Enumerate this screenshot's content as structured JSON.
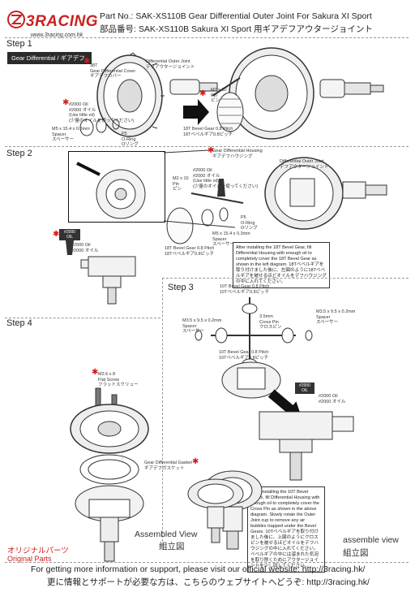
{
  "brand": {
    "logo_text": "3RACING",
    "logo_url": "www.3racing.com.hk"
  },
  "header": {
    "part_no": "Part No.: SAK-XS110B Gear Differential Outer Joint For Sakura XI Sport",
    "part_no_jp": "部品番号: SAK-XS110B Sakura XI Sport 用ギアデフアウタージョイント"
  },
  "step1": {
    "title": "Step 1",
    "tag": "Gear Differential / ギアデフ",
    "labels": {
      "cover": "38T\nGear Differential Cover\nギアデフカバー",
      "outer_joint": "Differential Outer Joint\nデフアウタージョイント",
      "oil": "#2000 Oil\n#2000 オイル\n(Use little oil)\n(少量のオイルを使ってください)",
      "pin": "M2 x 10\nPin\nピン",
      "spacer": "M5 x 15.4 x 0.3mm\nSpacer\nスペーサー",
      "oring": "P5\nO-Ring\nOリング",
      "bevel18": "18T Bevel Gear 0.8 Pitch\n18Tベベルギア0.8ピッチ"
    }
  },
  "step2": {
    "title": "Step 2",
    "labels": {
      "housing": "Gear Differential Housing\nギアデフハウジング",
      "outer_joint": "Differential Outer Joint\nデフアウタージョイント",
      "oil_small": "#2000 Oil\n#2000 オイル\n(Use little oil)\n(少量のオイルを使ってください)",
      "pin": "M2 x 10\nPin\nピン",
      "oring": "P5\nO-Ring\nOリング",
      "spacer": "M5 x 15.4 x 0.3mm\nSpacer\nスペーサー",
      "bevel18": "18T Bevel Gear 0.8 Pitch\n18Tベベルギア0.8ピッチ",
      "oil": "#2000 Oil\n#2000 オイル",
      "oil_badge": "#2000\nOIL"
    },
    "note": "After installing the 18T Bevel Gear, fill Differential Housing with enough oil to completely cover the 18T Bevel Gear as shown in the left diagram. 18Tベベルギアを取り付けました後に、左図のように18Tベベルギアを被せるほどオイルをデフハウジングの中に入れてください。"
  },
  "step3": {
    "title": "Step 3",
    "labels": {
      "bevel10_top": "10T Bevel Gear 0.8 Pitch\n10Tベベルギア0.8ピッチ",
      "spacer_l": "M3.5 x 9.5 x 0.2mm\nSpacer\nスペーサー",
      "cross_pin": "3.5mm\nCross Pin\nクロスピン",
      "spacer_r": "M3.5 x 9.5 x 0.2mm\nSpacer\nスペーサー",
      "bevel10_bot": "10T Bevel Gear 0.8 Pitch\n10Tベベルギア0.8ピッチ",
      "oil": "#2000 Oil\n#2000 オイル",
      "oil_badge": "#2000\nOIL"
    },
    "note": "After installing the 10T Bevel Gears, fill Differential Housing with enough oil to completely cover the Cross Pin as shown in the above diagram. Slowly rotate the Outer Joint cup to remove any air bubbles trapped under the Bevel Gears. 10Tベベルギアを取り付けました後に、上図のようにクロスピンを被せるほどオイルをデフハウジングの中に入れてください。ベベルギアの中には溜まれた気泡を取り除くためにアウタージョイントを少し回してください。"
  },
  "step4": {
    "title": "Step 4",
    "labels": {
      "screw": "M2.6 x 8\nFlat Screw\nフラットスクリュー",
      "gasket": "Gear Differential Gasket\nギアデフガスケット"
    },
    "assembled": "Assembled View",
    "assembled_jp": "組立図"
  },
  "assemble_view": {
    "en": "assemble view",
    "jp": "組立図"
  },
  "original_parts": {
    "jp": "オリジナルパーツ",
    "en": "Original Parts"
  },
  "footer": {
    "en": "For getting more information or support, please visit our official website: http://3racing.hk/",
    "jp": "更に情報とサポートが必要な方は、こちらのウェブサイトへどうぞ: http://3racing.hk/"
  },
  "colors": {
    "accent_red": "#d21b1b",
    "dark": "#2b2b2b"
  }
}
